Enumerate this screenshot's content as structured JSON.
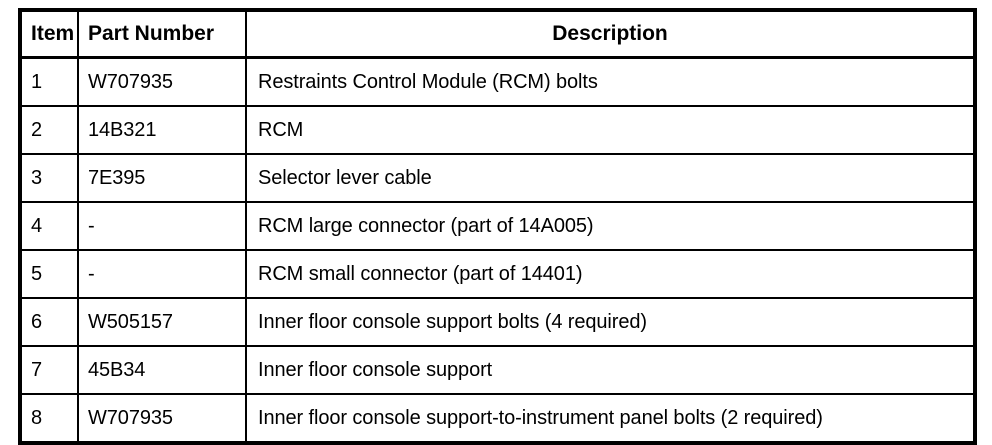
{
  "table": {
    "columns": [
      {
        "key": "item",
        "label": "Item"
      },
      {
        "key": "part_number",
        "label": "Part Number"
      },
      {
        "key": "description",
        "label": "Description"
      }
    ],
    "rows": [
      {
        "item": "1",
        "part_number": "W707935",
        "description": "Restraints Control Module (RCM) bolts"
      },
      {
        "item": "2",
        "part_number": "14B321",
        "description": "RCM"
      },
      {
        "item": "3",
        "part_number": "7E395",
        "description": "Selector lever cable"
      },
      {
        "item": "4",
        "part_number": "-",
        "description": "RCM large connector (part of 14A005)"
      },
      {
        "item": "5",
        "part_number": "-",
        "description": "RCM small connector (part of 14401)"
      },
      {
        "item": "6",
        "part_number": "W505157",
        "description": "Inner floor console support bolts (4 required)"
      },
      {
        "item": "7",
        "part_number": "45B34",
        "description": "Inner floor console support"
      },
      {
        "item": "8",
        "part_number": "W707935",
        "description": "Inner floor console support-to-instrument panel bolts (2 required)"
      }
    ]
  },
  "style": {
    "border_color": "#000000",
    "text_color": "#000000",
    "background": "#ffffff"
  }
}
